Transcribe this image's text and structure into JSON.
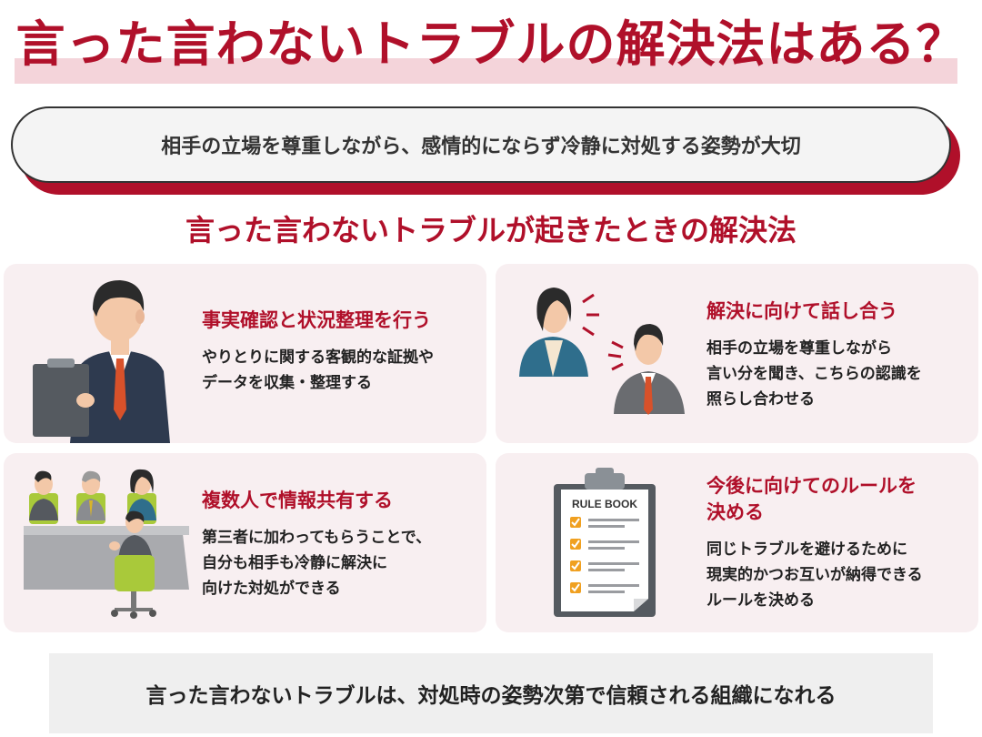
{
  "header": {
    "title": "言った言わないトラブルの解決法はある？"
  },
  "intro": {
    "text": "相手の立場を尊重しながら、感情的にならず冷静に対処する姿勢が大切"
  },
  "section": {
    "heading": "言った言わないトラブルが起きたときの解決法"
  },
  "cards": [
    {
      "title_lines": [
        "事実確認と状況整理を行う"
      ],
      "body_lines": [
        "やりとりに関する客観的な証拠や",
        "データを収集・整理する"
      ]
    },
    {
      "title_lines": [
        "解決に向けて話し合う"
      ],
      "body_lines": [
        "相手の立場を尊重しながら",
        "言い分を聞き、こちらの認識を",
        "照らし合わせる"
      ]
    },
    {
      "title_lines": [
        "複数人で情報共有する"
      ],
      "body_lines": [
        "第三者に加わってもらうことで、",
        "自分も相手も冷静に解決に",
        "向けた対処ができる"
      ]
    },
    {
      "title_lines": [
        "今後に向けてのルールを",
        "決める"
      ],
      "body_lines": [
        "同じトラブルを避けるために",
        "現実的かつお互いが納得できる",
        "ルールを決める"
      ],
      "illustration_label": "RULE BOOK"
    }
  ],
  "footer": {
    "text": "言った言わないトラブルは、対処時の姿勢次第で信頼される組織になれる"
  },
  "colors": {
    "accent": "#b0102a",
    "card_background": "#f8eff1",
    "title_band": "#f4d4da"
  }
}
